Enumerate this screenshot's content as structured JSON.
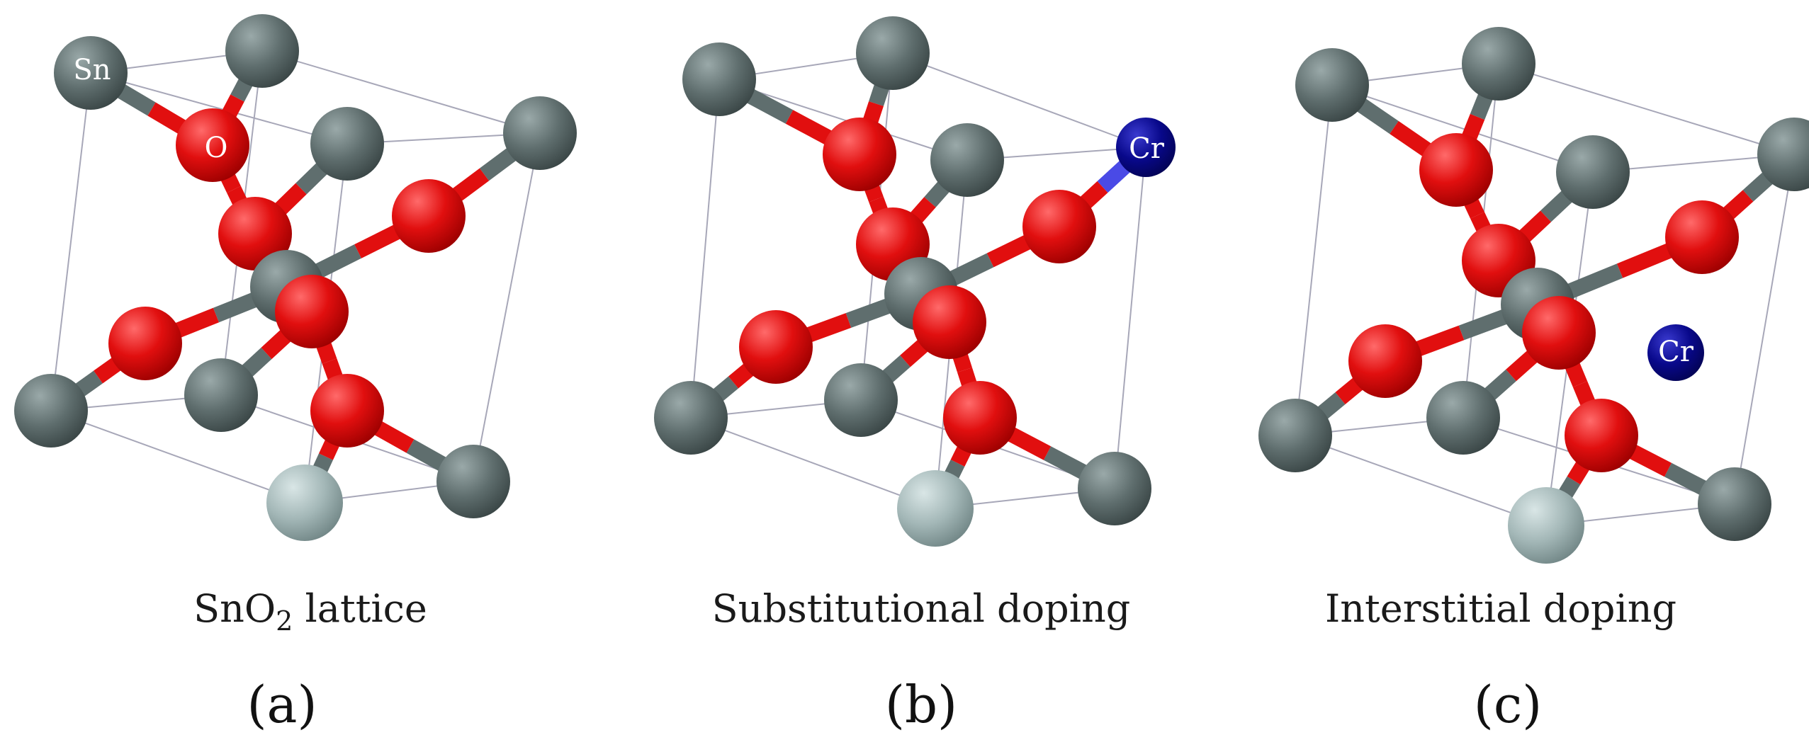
{
  "atom_labels": {
    "tin": "Sn",
    "oxygen": "O",
    "chromium": "Cr"
  },
  "panels": [
    {
      "letter": "(a)",
      "caption_main": "SnO",
      "caption_sub": "2",
      "caption_rest": " lattice",
      "dopant": "none"
    },
    {
      "letter": "(b)",
      "caption_main": "Substitutional doping",
      "caption_sub": "",
      "caption_rest": "",
      "dopant": "substitutional"
    },
    {
      "letter": "(c)",
      "caption_main": "Interstitial doping",
      "caption_sub": "",
      "caption_rest": "",
      "dopant": "interstitial"
    }
  ],
  "colors": {
    "tin": "#5f6e6e",
    "tin_light": "#9fb4b4",
    "oxygen": "#e10f0f",
    "chromium": "#08088a",
    "bond_cr": "#4a4ae6",
    "cell_edge": "#a7a7b8"
  }
}
